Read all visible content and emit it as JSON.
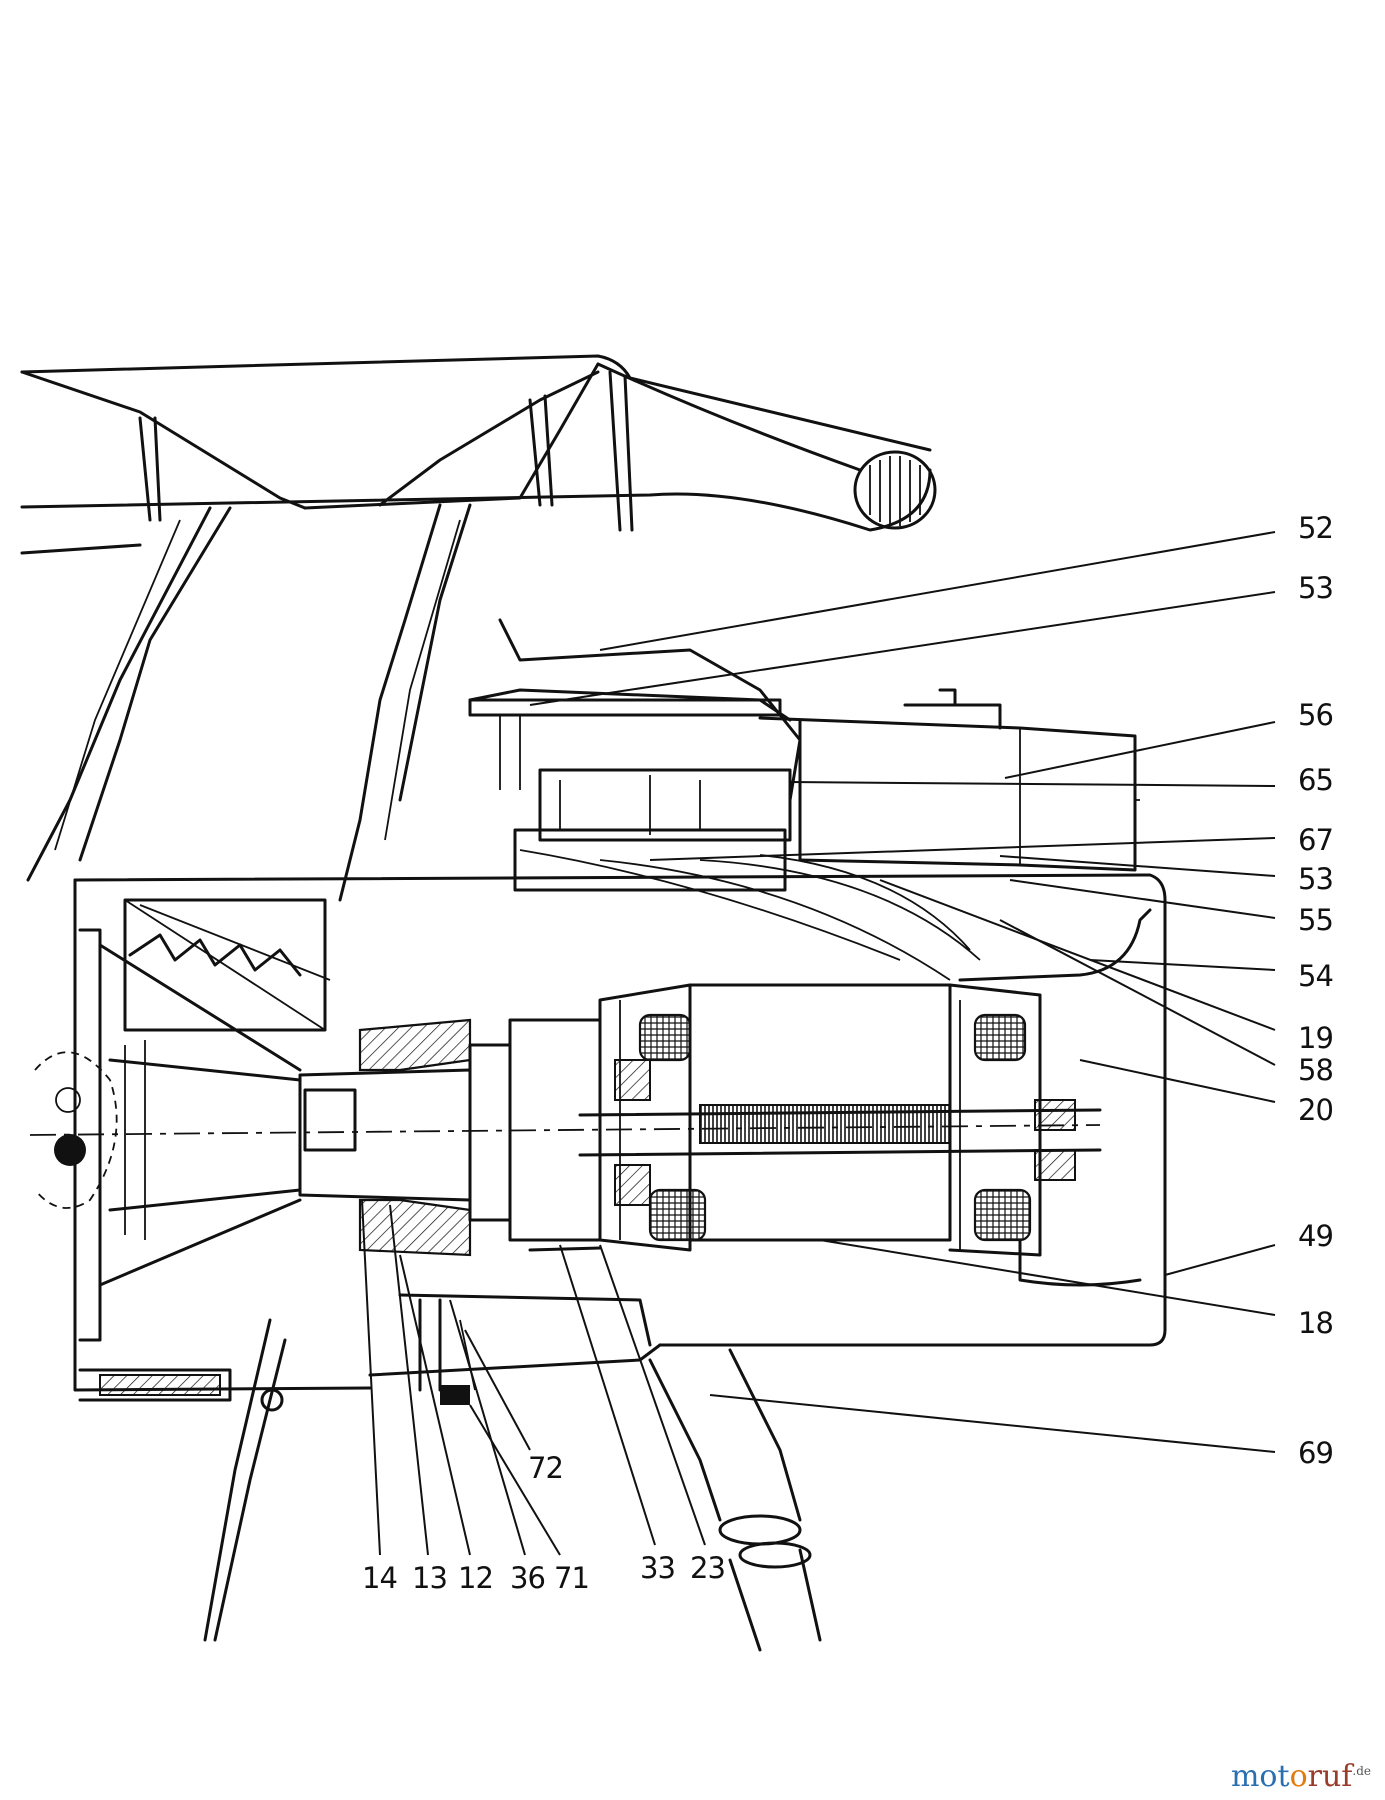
{
  "diagram": {
    "callouts_right": [
      "52",
      "53",
      "56",
      "65",
      "67",
      "53",
      "55",
      "54",
      "19",
      "58",
      "20",
      "49",
      "18",
      "69"
    ],
    "callouts_bottom": [
      "72",
      "14",
      "13",
      "12",
      "36",
      "71",
      "33",
      "23"
    ]
  },
  "watermark": {
    "part1": "mot",
    "part2": "o",
    "part3": "ruf",
    "suffix": ".de"
  }
}
